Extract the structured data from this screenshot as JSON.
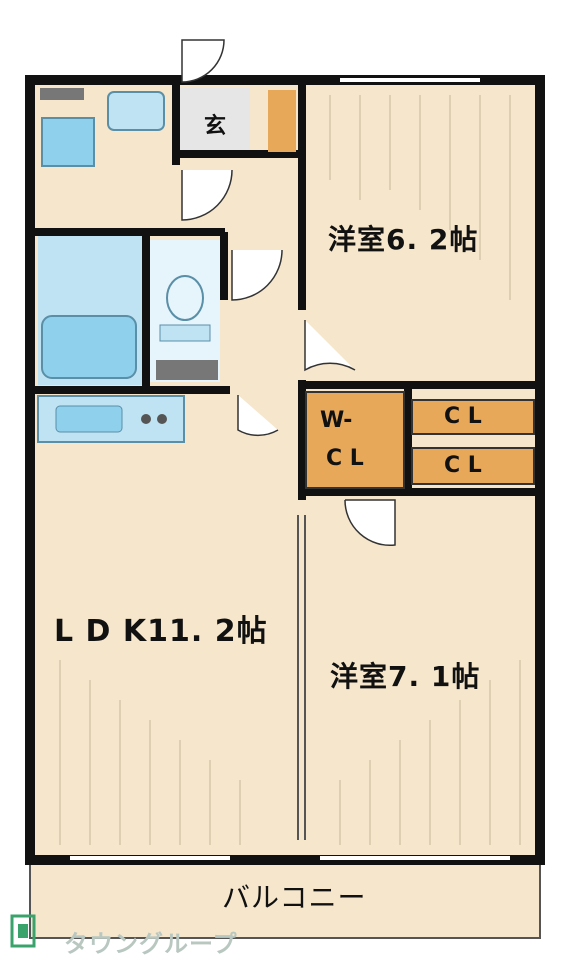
{
  "rooms": {
    "entrance": "玄",
    "western_room_1": "洋室6. 2帖",
    "western_room_2": "洋室7. 1帖",
    "ldk": "L D K11. 2帖",
    "walk_in_closet_line1": "W-",
    "walk_in_closet_line2": "C L",
    "closet_1": "C L",
    "closet_2": "C L",
    "balcony": "バルコニー"
  },
  "logo": {
    "text": "タウングループ"
  },
  "colors": {
    "floor": "#f5e6cc",
    "wall": "#111111",
    "closet": "#e8a85a",
    "wet_area": "#bfe3f2",
    "fixture_blue": "#8fd0ec",
    "tile_grey": "#e6e6e6",
    "logo_green": "#3aa36c"
  }
}
